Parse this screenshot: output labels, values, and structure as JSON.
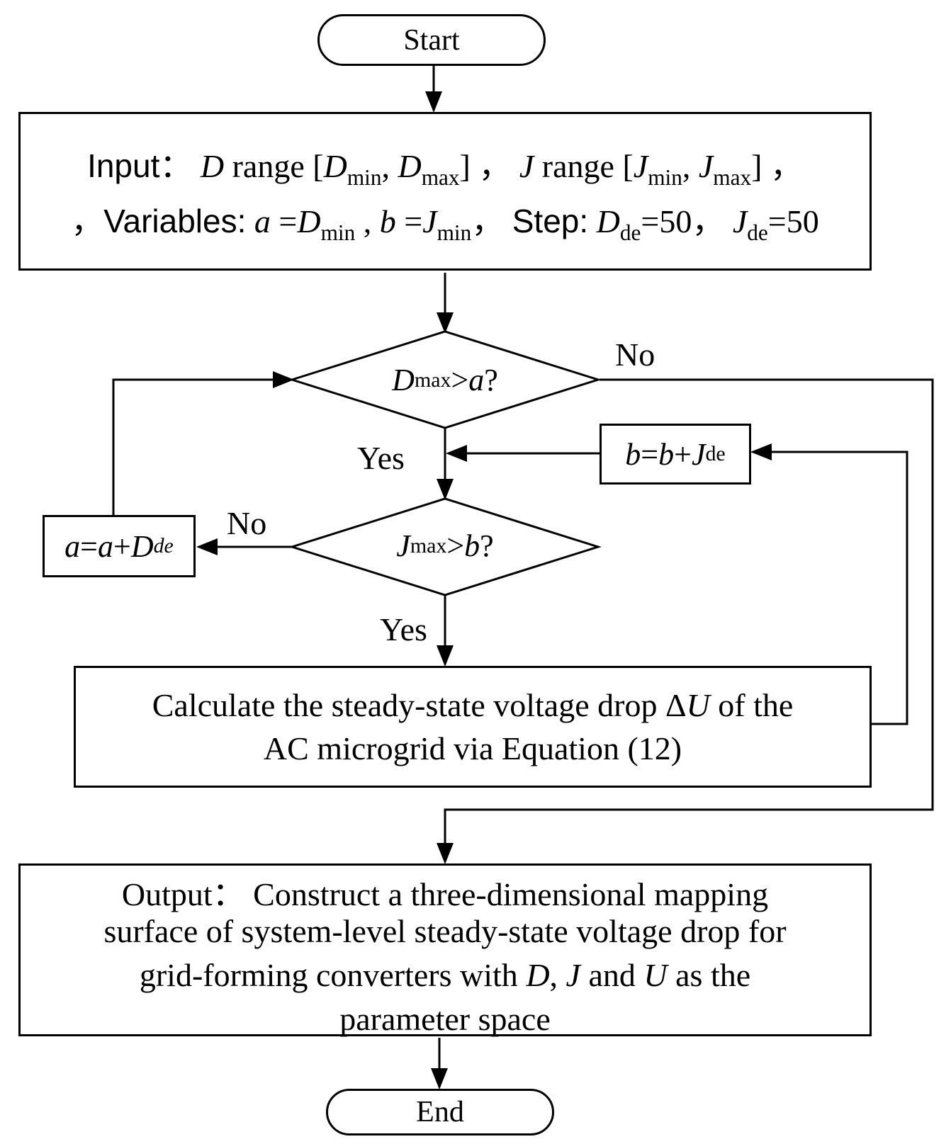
{
  "start": {
    "label": "Start"
  },
  "end": {
    "label": "End"
  },
  "input_box": {
    "prefix": "Input：",
    "d_sym": "D",
    "range_word": " range [",
    "d_min_base": "D",
    "min_sub": "min",
    "comma_sep": ", ",
    "d_max_base": "D",
    "max_sub": "max",
    "close_sep": "] ， ",
    "j_sym": "J",
    "j_min_base": "J",
    "j_max_base": "J",
    "close_end": "] ，",
    "variables_word": "，Variables:",
    "a_sym": "a",
    "eq": " =",
    "comma_space": " , ",
    "b_sym": "b",
    "sep2": "， ",
    "step_word": "Step:",
    "de_sub": "de",
    "eq50": "=50",
    "sep3": "， "
  },
  "decision_d": {
    "base": "D",
    "sub": "max",
    "op": ">",
    "var": "a",
    "q": "?"
  },
  "decision_j": {
    "base": "J",
    "sub": "max",
    "op": ">",
    "var": "b",
    "q": "?"
  },
  "box_b": {
    "lhs": "b",
    "eq": "=",
    "b": "b",
    "plus": "+",
    "j": "J",
    "sub": "de"
  },
  "box_a": {
    "lhs": "a",
    "eq": "=",
    "a": "a",
    "plus": "+",
    "d": "D",
    "sub": "de"
  },
  "calc_box": {
    "line1_pre": "Calculate the steady-state voltage drop Δ",
    "line1_u": "U",
    "line1_post": " of the",
    "line2": "AC microgrid via Equation (12)"
  },
  "output_box": {
    "line1": "Output： Construct a three-dimensional mapping",
    "line2": "surface of system-level steady-state voltage drop for",
    "line3_pre": "grid-forming converters with ",
    "line3_d": "D",
    "line3_comma": ", ",
    "line3_j": "J",
    "line3_and": " and ",
    "line3_u": "U",
    "line3_post": " as the",
    "line4": "parameter space"
  },
  "labels": {
    "no_top": "No",
    "yes_1": "Yes",
    "no_left": "No",
    "yes_2": "Yes"
  }
}
